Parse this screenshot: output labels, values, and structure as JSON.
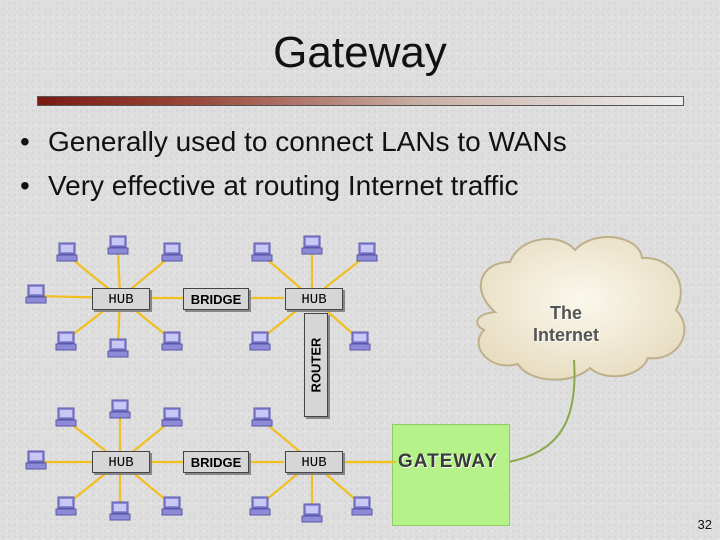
{
  "slide": {
    "title": "Gateway",
    "bullets": [
      "Generally used to connect LANs to WANs",
      "Very effective at routing Internet traffic"
    ],
    "page_number": "32"
  },
  "diagram": {
    "hub_label": "HUB",
    "bridge_label": "BRIDGE",
    "router_label": "ROUTER",
    "gateway_label": "GATEWAY",
    "cloud_line1": "The",
    "cloud_line2": "Internet",
    "colors": {
      "link_line": "#f0c020",
      "gateway_fill": "#b6f28a",
      "cloud_fill": "#f2ecd6",
      "computer_icon": "#8d8ad8",
      "title_bar_start": "#7a1a12"
    }
  }
}
